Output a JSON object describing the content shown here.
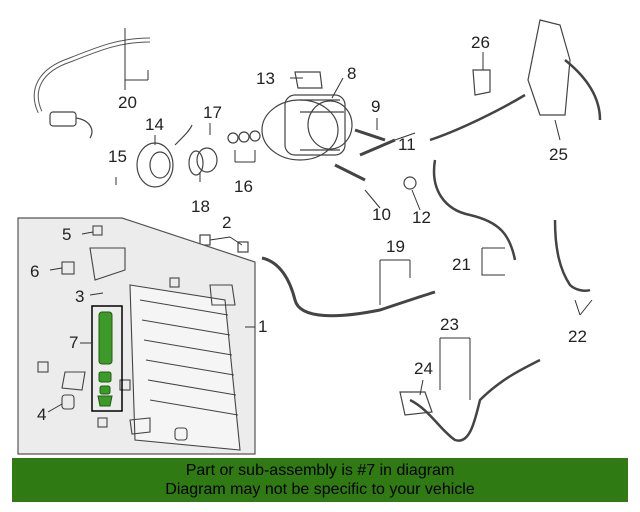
{
  "callouts": [
    "1",
    "2",
    "3",
    "4",
    "5",
    "6",
    "7",
    "8",
    "9",
    "10",
    "11",
    "12",
    "13",
    "14",
    "15",
    "16",
    "17",
    "18",
    "19",
    "20",
    "21",
    "22",
    "23",
    "24",
    "25",
    "26"
  ],
  "highlight_part": "7",
  "colors": {
    "banner": "#2f7a13",
    "highlight": "#3c9a28",
    "line": "#444444",
    "inset_bg": "#ececec"
  },
  "banner": {
    "line1": "Part or sub-assembly is #7 in diagram",
    "line2": "Diagram may not be specific to your vehicle"
  }
}
